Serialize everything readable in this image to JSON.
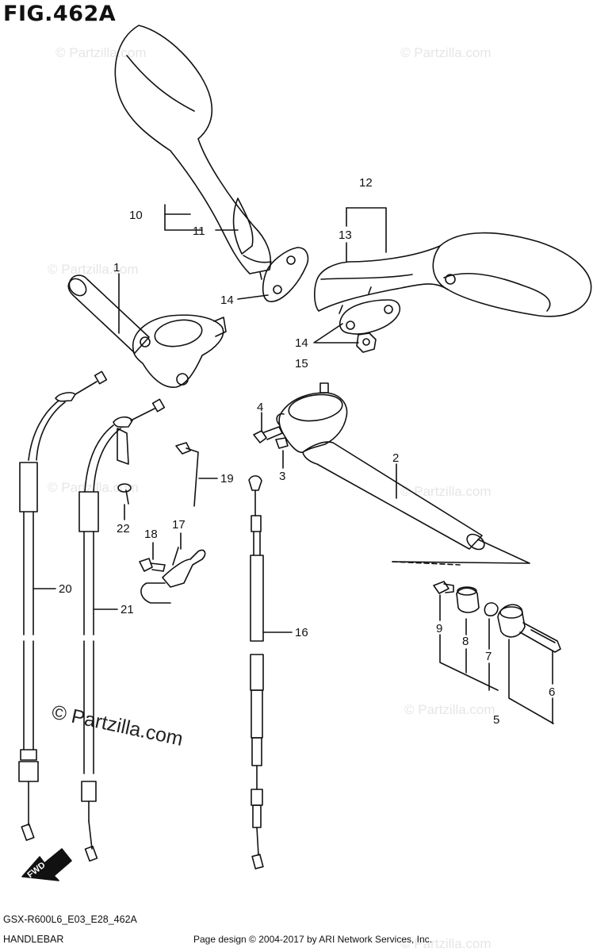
{
  "figure_title": "FIG.462A",
  "watermark": "© Partzilla.com",
  "watermark_main": "© Partzilla.com",
  "fwd_label": "FWD",
  "callouts": [
    "1",
    "2",
    "3",
    "4",
    "5",
    "6",
    "7",
    "8",
    "9",
    "10",
    "11",
    "12",
    "13",
    "14",
    "14",
    "15",
    "16",
    "17",
    "18",
    "19",
    "20",
    "21",
    "22"
  ],
  "footer": {
    "code": "GSX-R600L6_E03_E28_462A",
    "name": "HANDLEBAR",
    "copyright": "Page design © 2004-2017 by ARI Network Services, Inc."
  }
}
